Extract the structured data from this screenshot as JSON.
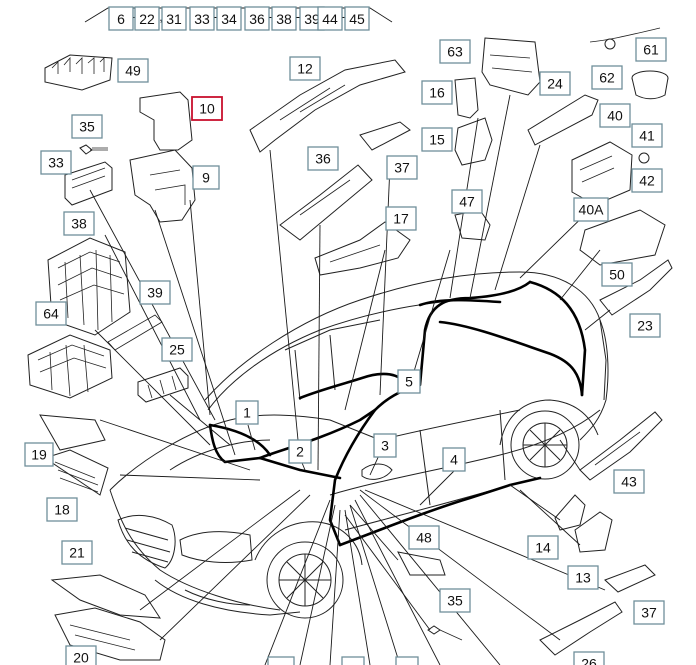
{
  "header_labels": [
    "6",
    "22",
    "31",
    "33",
    "34",
    "36",
    "38",
    "39",
    "44",
    "45"
  ],
  "callouts": [
    {
      "id": "49",
      "label": "49"
    },
    {
      "id": "10",
      "label": "10",
      "highlighted": true
    },
    {
      "id": "35a",
      "label": "35"
    },
    {
      "id": "33",
      "label": "33"
    },
    {
      "id": "9",
      "label": "9"
    },
    {
      "id": "38",
      "label": "38"
    },
    {
      "id": "39",
      "label": "39"
    },
    {
      "id": "64",
      "label": "64"
    },
    {
      "id": "25",
      "label": "25"
    },
    {
      "id": "19",
      "label": "19"
    },
    {
      "id": "18",
      "label": "18"
    },
    {
      "id": "21",
      "label": "21"
    },
    {
      "id": "20",
      "label": "20"
    },
    {
      "id": "12",
      "label": "12"
    },
    {
      "id": "36a",
      "label": "36"
    },
    {
      "id": "37a",
      "label": "37"
    },
    {
      "id": "17",
      "label": "17"
    },
    {
      "id": "1",
      "label": "1"
    },
    {
      "id": "2",
      "label": "2"
    },
    {
      "id": "3",
      "label": "3"
    },
    {
      "id": "5",
      "label": "5"
    },
    {
      "id": "4",
      "label": "4"
    },
    {
      "id": "63",
      "label": "63"
    },
    {
      "id": "16",
      "label": "16"
    },
    {
      "id": "15",
      "label": "15"
    },
    {
      "id": "47",
      "label": "47"
    },
    {
      "id": "24",
      "label": "24"
    },
    {
      "id": "62",
      "label": "62"
    },
    {
      "id": "61",
      "label": "61"
    },
    {
      "id": "40",
      "label": "40"
    },
    {
      "id": "41",
      "label": "41"
    },
    {
      "id": "42",
      "label": "42"
    },
    {
      "id": "40A",
      "label": "40A"
    },
    {
      "id": "50",
      "label": "50"
    },
    {
      "id": "23",
      "label": "23"
    },
    {
      "id": "43",
      "label": "43"
    },
    {
      "id": "14",
      "label": "14"
    },
    {
      "id": "13",
      "label": "13"
    },
    {
      "id": "48",
      "label": "48"
    },
    {
      "id": "35b",
      "label": "35"
    },
    {
      "id": "37b",
      "label": "37"
    },
    {
      "id": "26",
      "label": "26"
    }
  ],
  "colors": {
    "box_border": "#6f8f9a",
    "highlight_border": "#c8102e",
    "line": "#1a1a1a",
    "harness": "#000000"
  }
}
